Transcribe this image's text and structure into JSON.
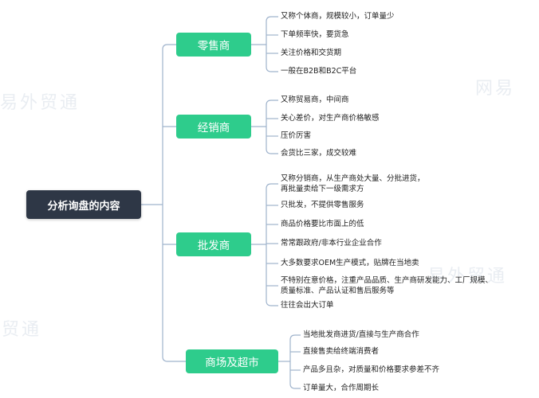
{
  "root": "分析询盘的内容",
  "colors": {
    "root_bg": "#2e3746",
    "branch_bg": "#2ecc8c",
    "line": "#9fb3cc"
  },
  "watermarks": [
    "网易",
    "易外贸通",
    "易外贸通",
    "贸通"
  ],
  "branches": [
    {
      "label": "零售商",
      "items": [
        "又称个体商，规模较小，订单量少",
        "下单频率快，要货急",
        "关注价格和交货期",
        "一般在B2B和B2C平台"
      ]
    },
    {
      "label": "经销商",
      "items": [
        "又称贸易商，中间商",
        "关心差价，对生产商价格敏感",
        "压价厉害",
        "会货比三家，成交较难"
      ]
    },
    {
      "label": "批发商",
      "items": [
        [
          "又称分销商，从生产商处大量、分批进货，",
          "再批量卖给下一级需求方"
        ],
        "只批发，不提供零售服务",
        "商品价格要比市面上的低",
        "常常跟政府/非本行业企业合作",
        "大多数要求OEM生产模式，贴牌在当地卖",
        [
          "不特别在意价格，注重产品品质、生产商研发能力、工厂规模、",
          "质量标准、产品认证和售后服务等"
        ],
        "往往会出大订单"
      ]
    },
    {
      "label": "商场及超市",
      "items": [
        "当地批发商进货/直接与生产商合作",
        "直接售卖给终端消费者",
        "产品多且杂，对质量和价格要求参差不齐",
        "订单量大，合作周期长"
      ]
    }
  ]
}
